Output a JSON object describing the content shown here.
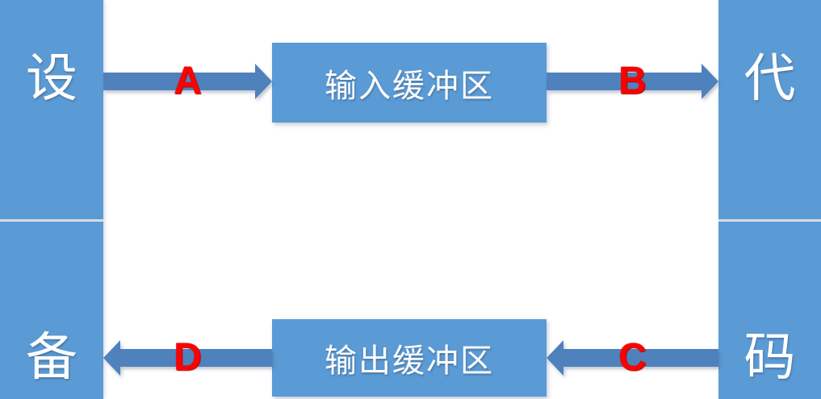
{
  "columns": {
    "left": {
      "top": "设",
      "bottom": "备"
    },
    "right": {
      "top": "代",
      "bottom": "码"
    }
  },
  "boxes": {
    "input_buffer": "输入缓冲区",
    "output_buffer": "输出缓冲区"
  },
  "arrows": [
    {
      "label": "A",
      "direction": "right"
    },
    {
      "label": "B",
      "direction": "right"
    },
    {
      "label": "C",
      "direction": "left"
    },
    {
      "label": "D",
      "direction": "left"
    }
  ],
  "colors": {
    "shape_fill": "#5b9bd5",
    "arrow_fill": "#4f81bd",
    "label_red": "#ff0000",
    "text_white": "#ffffff",
    "divider": "#d6dce4",
    "background": "#ffffff"
  }
}
